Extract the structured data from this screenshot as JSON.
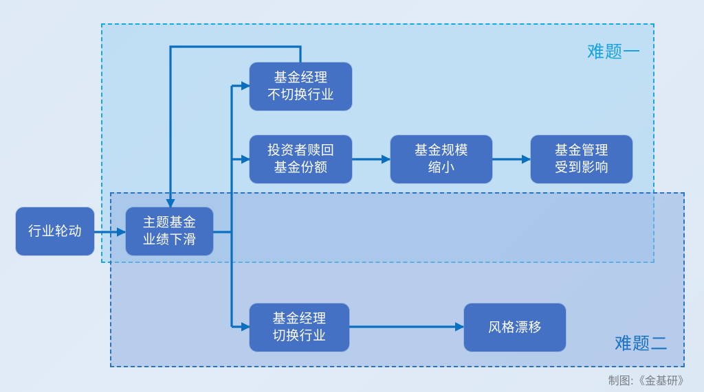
{
  "diagram": {
    "type": "flowchart",
    "colors": {
      "node_fill": "#4571c4",
      "node_text": "#ffffff",
      "connector": "#0b6fbf",
      "frame1_border": "#17a6e3",
      "frame2_border": "#2b73bd",
      "frame1_label": "#19a3de",
      "frame2_label": "#1c72c2",
      "credit_text": "#7b7f86"
    },
    "frames": [
      {
        "id": "difficulty-1",
        "label": "难题一"
      },
      {
        "id": "difficulty-2",
        "label": "难题二"
      }
    ],
    "nodes": [
      {
        "id": "industry-rotation",
        "text": "行业轮动"
      },
      {
        "id": "theme-fund-decline",
        "text": "主题基金\n业绩下滑"
      },
      {
        "id": "manager-no-switch",
        "text": "基金经理\n不切换行业"
      },
      {
        "id": "investor-redeem",
        "text": "投资者赎回\n基金份额"
      },
      {
        "id": "fund-size-shrink",
        "text": "基金规模\n缩小"
      },
      {
        "id": "management-affected",
        "text": "基金管理\n受到影响"
      },
      {
        "id": "manager-switch",
        "text": "基金经理\n切换行业"
      },
      {
        "id": "style-drift",
        "text": "风格漂移"
      }
    ],
    "edges": [
      {
        "from": "industry-rotation",
        "to": "theme-fund-decline"
      },
      {
        "from": "theme-fund-decline",
        "to": "manager-no-switch"
      },
      {
        "from": "theme-fund-decline",
        "to": "investor-redeem"
      },
      {
        "from": "theme-fund-decline",
        "to": "manager-switch"
      },
      {
        "from": "manager-no-switch",
        "to": "theme-fund-decline"
      },
      {
        "from": "investor-redeem",
        "to": "fund-size-shrink"
      },
      {
        "from": "fund-size-shrink",
        "to": "management-affected"
      },
      {
        "from": "manager-switch",
        "to": "style-drift"
      }
    ],
    "credit": "制图:《金基研》"
  }
}
